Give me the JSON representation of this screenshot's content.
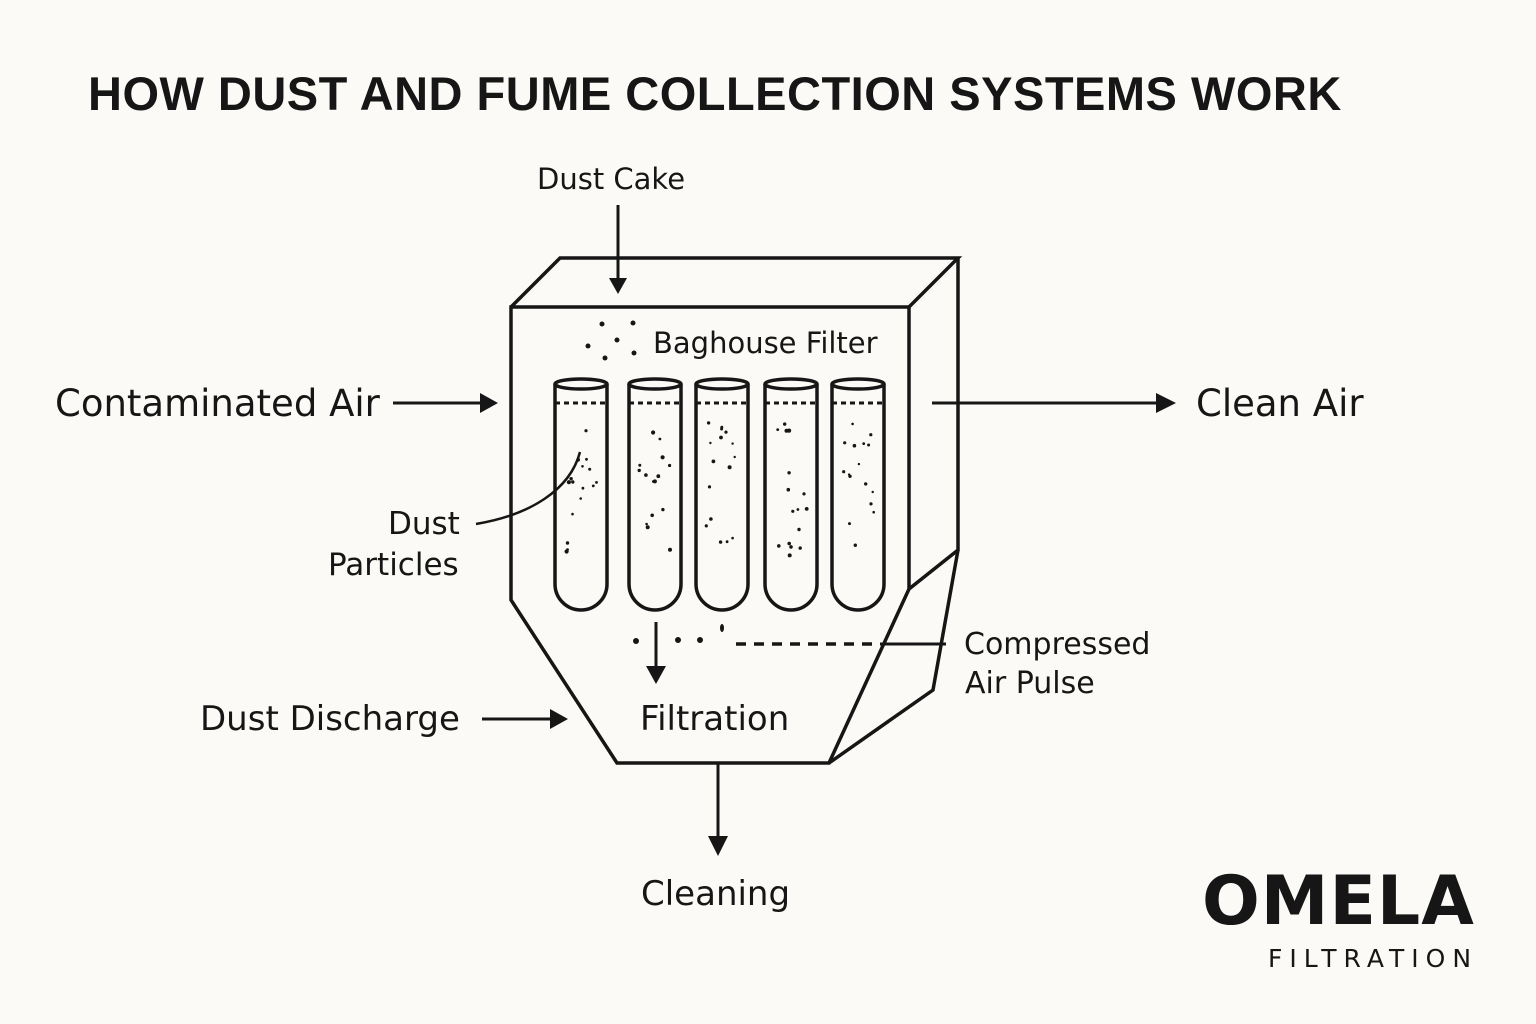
{
  "title": "HOW DUST AND FUME COLLECTION SYSTEMS WORK",
  "labels": {
    "dust_cake": "Dust Cake",
    "baghouse_filter": "Baghouse Filter",
    "contaminated_air": "Contaminated Air",
    "clean_air": "Clean Air",
    "dust_particles_line1": "Dust",
    "dust_particles_line2": "Particles",
    "compressed_air_line1": "Compressed",
    "compressed_air_line2": "Air Pulse",
    "dust_discharge": "Dust Discharge",
    "filtration": "Filtration",
    "cleaning": "Cleaning"
  },
  "diagram": {
    "filter_bag_count": 5,
    "stroke_color": "#161616",
    "background_color": "#fbfaf6"
  },
  "logo": {
    "name": "OMELA",
    "subtitle": "FILTRATION"
  }
}
